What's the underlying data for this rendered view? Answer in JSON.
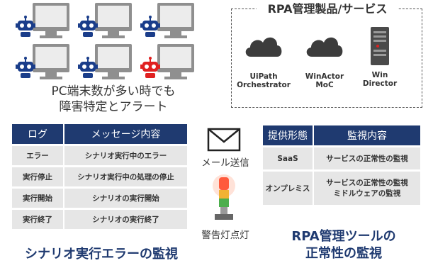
{
  "pc_caption": [
    "PC端末数が多い時でも",
    "障害特定とアラート"
  ],
  "rpa_products": {
    "title": "RPA管理製品/サービス",
    "items": [
      {
        "line1": "UiPath",
        "line2": "Orchestrator",
        "icon": "cloud-icon"
      },
      {
        "line1": "WinActor",
        "line2": "MoC",
        "icon": "cloud-icon"
      },
      {
        "line1": "Win",
        "line2": "Director",
        "icon": "server-icon"
      }
    ]
  },
  "log_table": {
    "headers": [
      "ログ",
      "メッセージ内容"
    ],
    "rows": [
      [
        "エラー",
        "シナリオ実行中のエラー"
      ],
      [
        "実行停止",
        "シナリオ実行中の処理の停止"
      ],
      [
        "実行開始",
        "シナリオの実行開始"
      ],
      [
        "実行終了",
        "シナリオの実行終了"
      ]
    ]
  },
  "mail_label": "メール送信",
  "lamp_label": "警告灯点灯",
  "service_table": {
    "headers": [
      "提供形態",
      "監視内容"
    ],
    "rows": [
      [
        "SaaS",
        "サービスの正常性の監視"
      ],
      [
        "オンプレミス",
        "サービスの正常性の監視\nミドルウェアの監視"
      ]
    ]
  },
  "left_bottom_title": "シナリオ実行エラーの監視",
  "right_bottom_title": [
    "RPA管理ツールの",
    "正常性の監視"
  ],
  "colors": {
    "navy": "#1f3a70",
    "robot_normal": "#1a3d8a",
    "robot_error": "#e02020",
    "pc_gray": "#8f8f8f",
    "cell_gray": "#e6e6e6"
  },
  "pcs": [
    {
      "status": "normal"
    },
    {
      "status": "normal"
    },
    {
      "status": "normal"
    },
    {
      "status": "normal"
    },
    {
      "status": "normal"
    },
    {
      "status": "error"
    }
  ]
}
